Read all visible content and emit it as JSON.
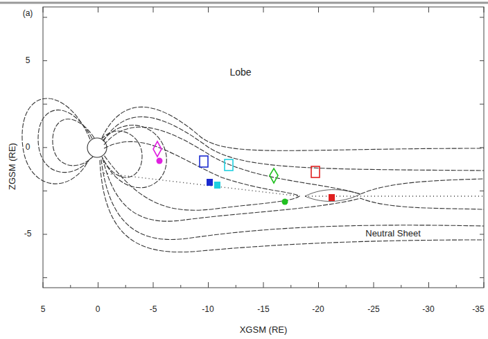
{
  "diagram": {
    "labels": [
      "(a)",
      "5",
      "0",
      "-5",
      "ZGSM (RE)",
      "Lobe",
      "Neutral Sheet",
      "5",
      "0",
      "-5",
      "-10",
      "-15",
      "-20",
      "-25",
      "-30",
      "-35",
      "XGSM (RE)"
    ]
  }
}
